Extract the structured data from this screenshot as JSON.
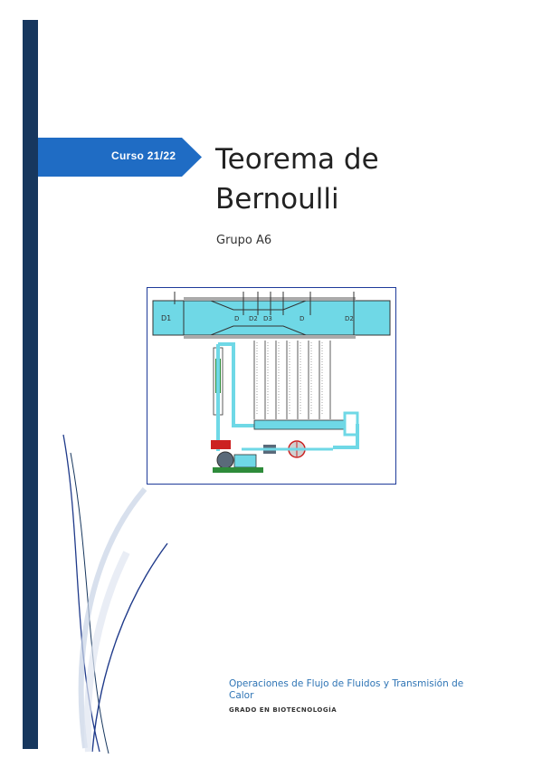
{
  "cover": {
    "course_tab": "Curso 21/22",
    "title_line1": "Teorema de",
    "title_line2": "Bernoulli",
    "group": "Grupo A6",
    "course_name": "Operaciones de Flujo de Fluidos y Transmisión de Calor",
    "degree": "GRADO EN BIOTECNOLOGÍA"
  },
  "diagram": {
    "labels": [
      "D1",
      "D",
      "D2",
      "D3",
      "D",
      "D2"
    ],
    "colors": {
      "fluid": "#6fd8e6",
      "pipe": "#333333",
      "tube_green": "#2e8b3a",
      "pump": "#5a6a7a"
    }
  },
  "colors": {
    "bar": "#17375e",
    "tab": "#1f6cc4",
    "accent_text": "#2e74b5"
  }
}
